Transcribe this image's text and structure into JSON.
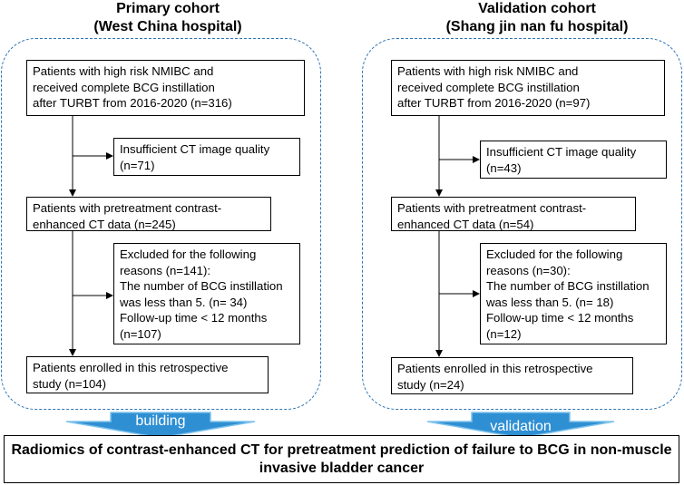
{
  "primary": {
    "title_line1": "Primary cohort",
    "title_line2": "(West China hospital)",
    "box1": [
      "Patients with high risk NMIBC and",
      "received complete BCG instillation",
      "after TURBT from  2016-2020 (n=316)"
    ],
    "box2": [
      "Insufficient CT image quality",
      "(n=71)"
    ],
    "box3": [
      "Patients with pretreatment contrast-",
      "enhanced CT data (n=245)"
    ],
    "box4": [
      "Excluded for the following",
      "reasons (n=141):",
      "The number of BCG instillation",
      "was less than 5. (n= 34)",
      "Follow-up time < 12 months",
      "(n=107)"
    ],
    "box5": [
      "Patients enrolled in this retrospective",
      "study (n=104)"
    ],
    "arrow_label": "building"
  },
  "validation": {
    "title_line1": "Validation cohort",
    "title_line2": "(Shang jin nan fu hospital)",
    "box1": [
      "Patients with high risk NMIBC and",
      "received complete BCG instillation",
      "after TURBT from  2016-2020 (n=97)"
    ],
    "box2": [
      "Insufficient CT image quality",
      "(n=43)"
    ],
    "box3": [
      "Patients with pretreatment contrast-",
      "enhanced CT data (n=54)"
    ],
    "box4": [
      "Excluded for the following",
      "reasons (n=30):",
      "The number of BCG instillation",
      "was less than 5. (n= 18)",
      "Follow-up time < 12 months",
      "(n=12)"
    ],
    "box5": [
      "Patients enrolled in this retrospective",
      "study (n=24)"
    ],
    "arrow_label": "validation"
  },
  "bottom": {
    "line1": "Radiomics of contrast-enhanced CT for pretreatment prediction of failure to BCG in non-muscle",
    "line2": "invasive bladder cancer"
  },
  "colors": {
    "frame": "#2e75b6",
    "arrow_fill": "#2f8fd3",
    "arrow_edge": "#7fc3ec"
  }
}
